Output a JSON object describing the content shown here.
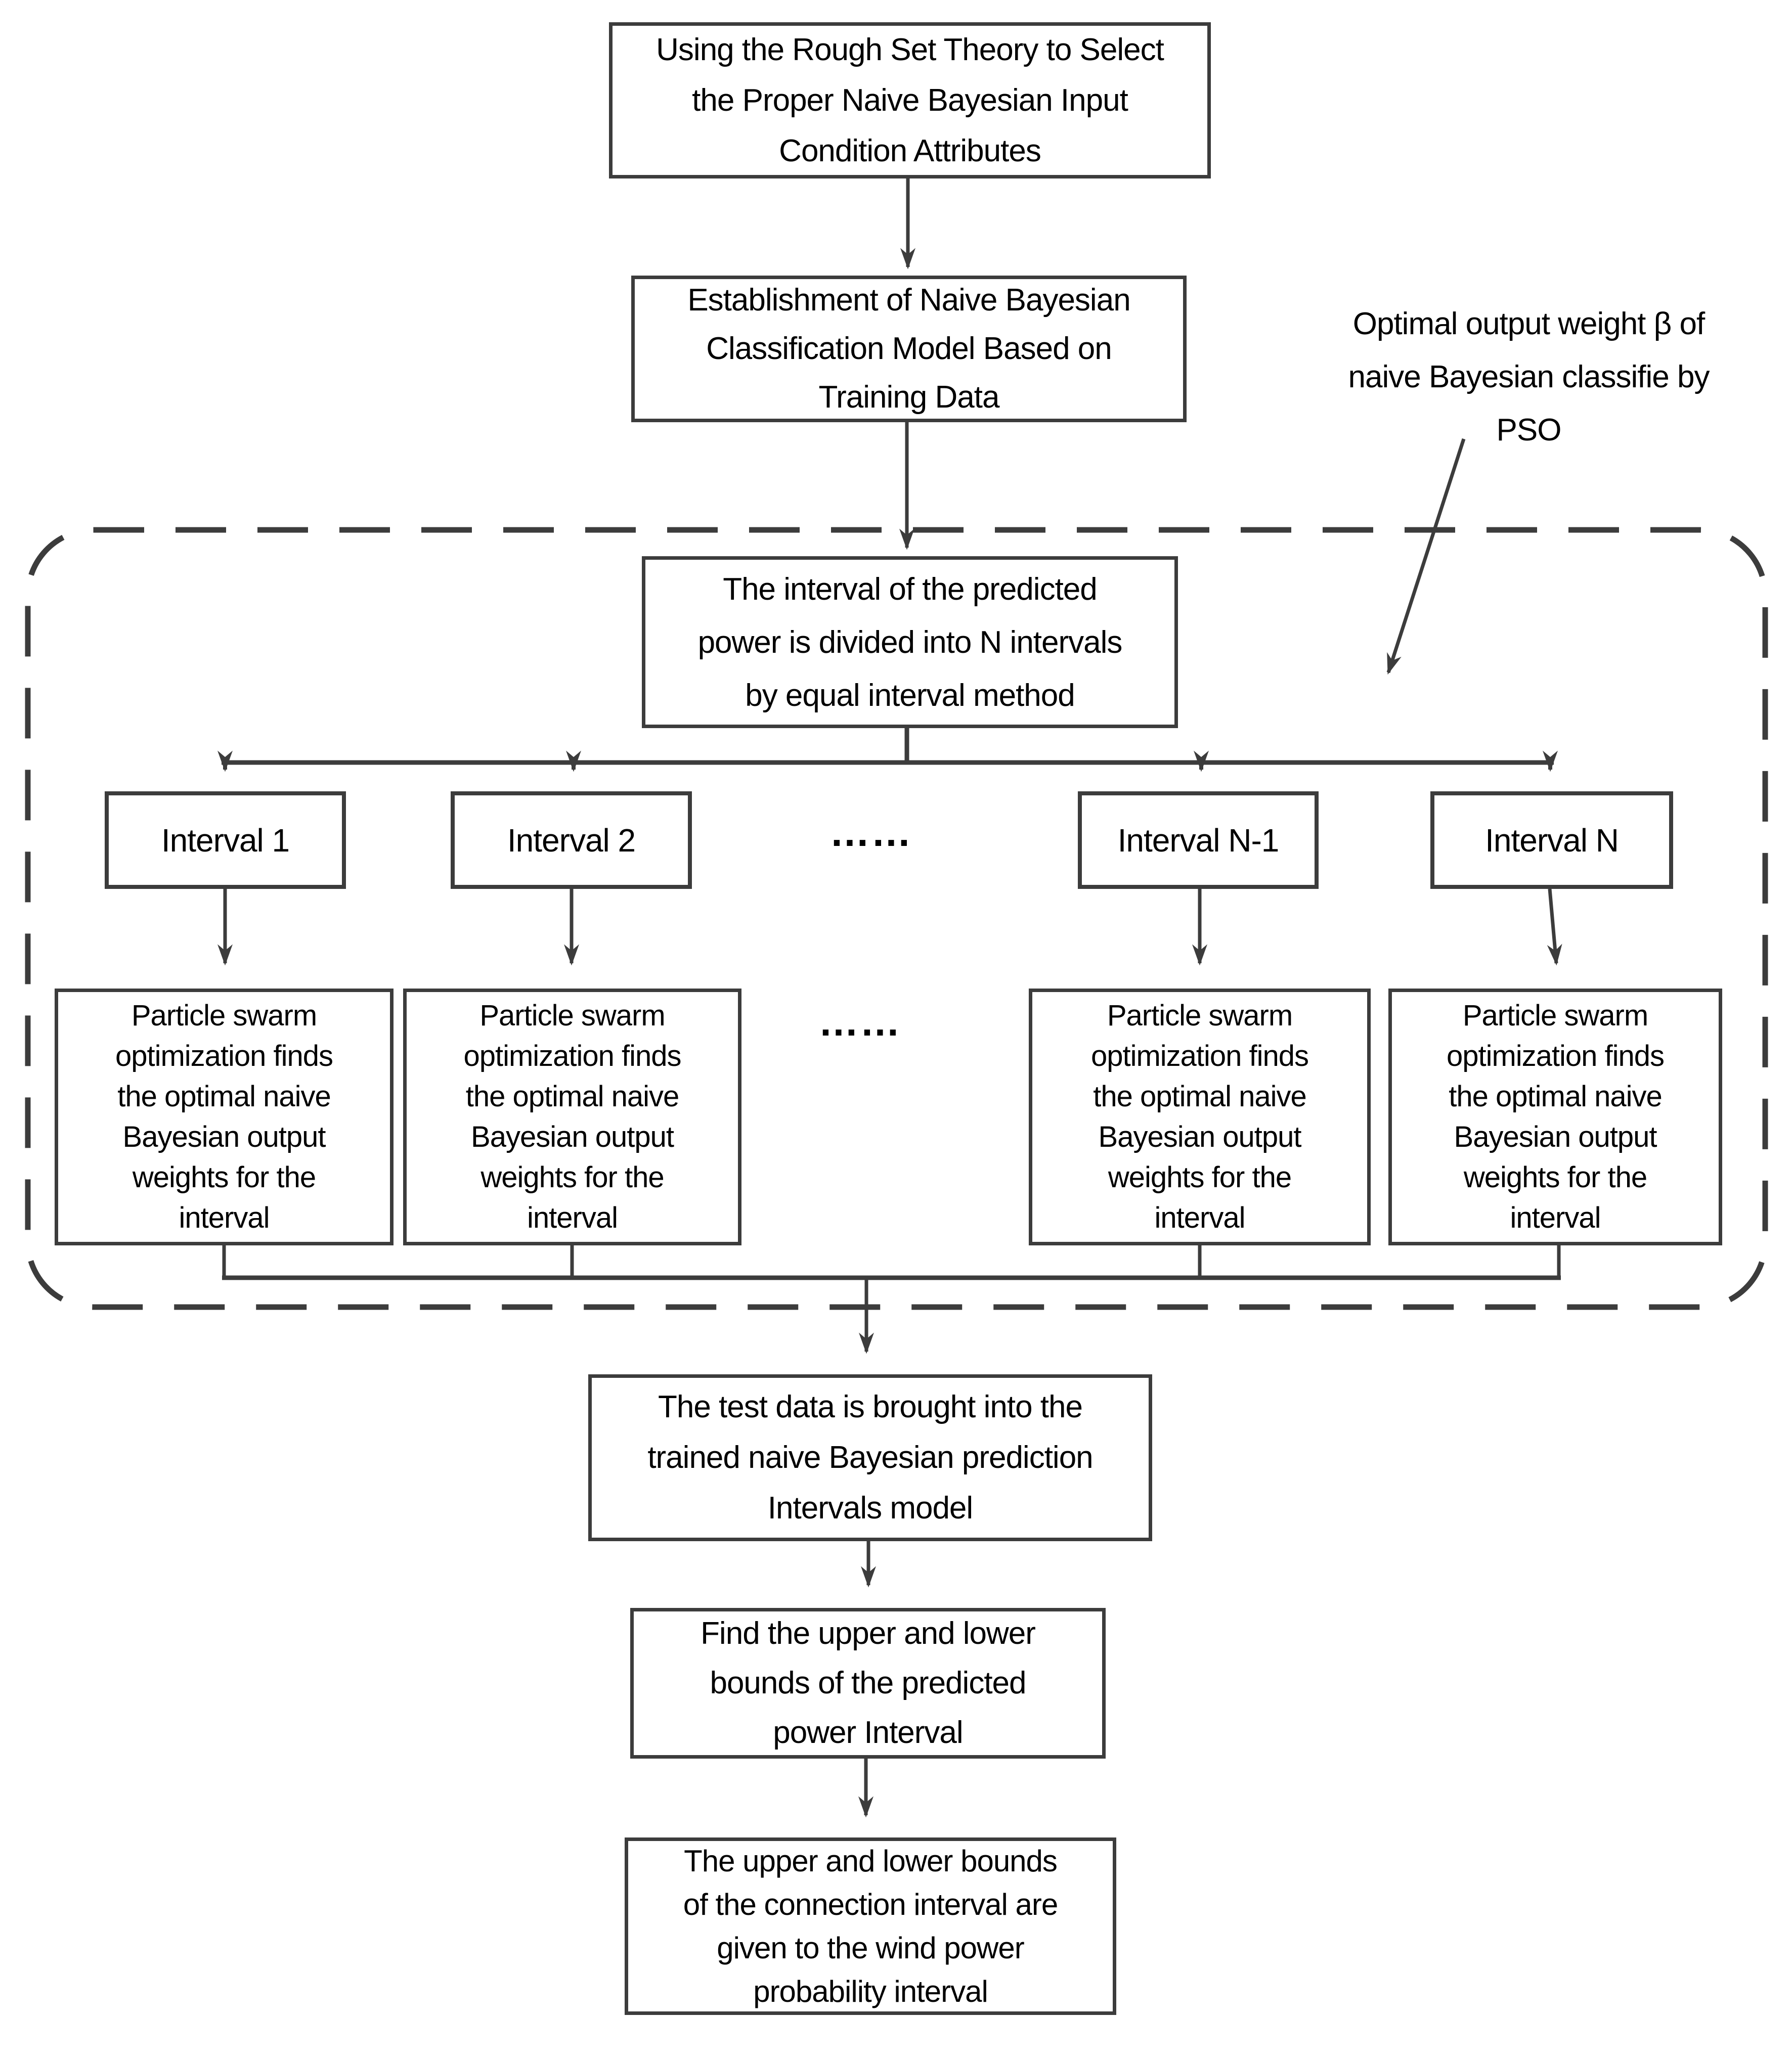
{
  "colors": {
    "line_color": "#3c3c3c",
    "text_color": "#000000",
    "background_color": "#ffffff"
  },
  "flowchart": {
    "top_box": {
      "lines": [
        "Using the Rough Set Theory to Select",
        "the Proper Naive Bayesian Input",
        "Condition Attributes"
      ]
    },
    "establish_box": {
      "lines": [
        "Establishment of Naive Bayesian",
        "Classification Model Based on",
        "Training Data"
      ]
    },
    "annotation": {
      "lines": [
        "Optimal output weight β of",
        "naive Bayesian classifie by",
        "PSO"
      ]
    },
    "divide_box": {
      "lines": [
        "The interval of the predicted",
        "power is divided into N intervals",
        "by equal interval method"
      ]
    },
    "interval_boxes": [
      {
        "label": "Interval 1"
      },
      {
        "label": "Interval 2"
      },
      {
        "label": "Interval N-1"
      },
      {
        "label": "Interval N"
      }
    ],
    "ellipsis_interval_row": "……",
    "ellipsis_pso_row": "……",
    "pso_boxes": [
      {
        "lines": [
          "Particle swarm",
          "optimization finds",
          "the optimal naive",
          "Bayesian output",
          "weights for the",
          "interval"
        ]
      },
      {
        "lines": [
          "Particle swarm",
          "optimization finds",
          "the optimal naive",
          "Bayesian output",
          "weights for the",
          "interval"
        ]
      },
      {
        "lines": [
          "Particle swarm",
          "optimization finds",
          "the optimal naive",
          "Bayesian output",
          "weights for the",
          "interval"
        ]
      },
      {
        "lines": [
          "Particle swarm",
          "optimization finds",
          "the optimal naive",
          "Bayesian output",
          "weights for the",
          "interval"
        ]
      }
    ],
    "test_box": {
      "lines": [
        "The test data is brought into the",
        "trained naive Bayesian prediction",
        "Intervals model"
      ]
    },
    "bounds_box": {
      "lines": [
        "Find the upper and lower",
        "bounds of the predicted",
        "power Interval"
      ]
    },
    "final_box": {
      "lines": [
        "The upper and lower bounds",
        "of the connection interval are",
        "given to the wind power",
        "probability interval"
      ]
    }
  }
}
